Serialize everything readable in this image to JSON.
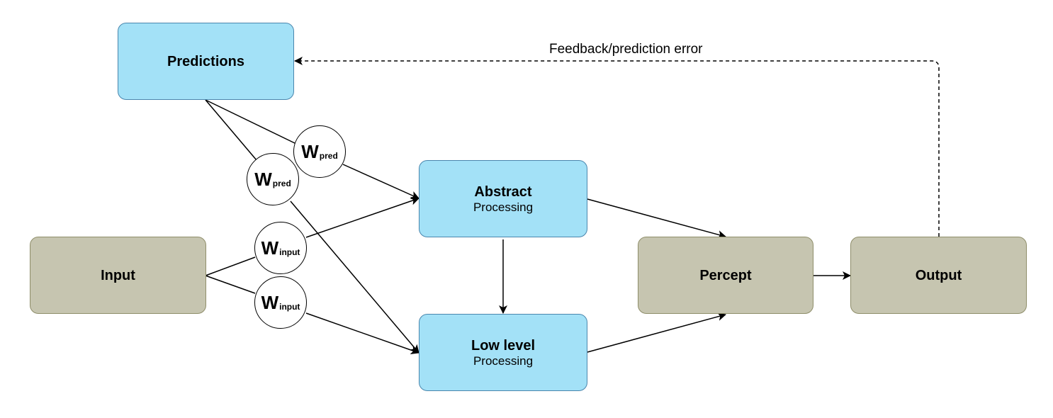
{
  "nodes": {
    "predictions": {
      "title": "Predictions"
    },
    "abstract": {
      "title": "Abstract",
      "subtitle": "Processing"
    },
    "low_level": {
      "title": "Low level",
      "subtitle": "Processing"
    },
    "input": {
      "title": "Input"
    },
    "percept": {
      "title": "Percept"
    },
    "output": {
      "title": "Output"
    }
  },
  "weights": {
    "pred_upper": {
      "symbol": "W",
      "subscript": "pred"
    },
    "pred_lower": {
      "symbol": "W",
      "subscript": "pred"
    },
    "input_upper": {
      "symbol": "W",
      "subscript": "input"
    },
    "input_lower": {
      "symbol": "W",
      "subscript": "input"
    }
  },
  "feedback_label": "Feedback/prediction error",
  "colors": {
    "processing_fill": "#a3e1f7",
    "processing_border": "#4a86ad",
    "io_fill": "#c6c5b0",
    "io_border": "#8f8e6a",
    "line": "#000000"
  }
}
